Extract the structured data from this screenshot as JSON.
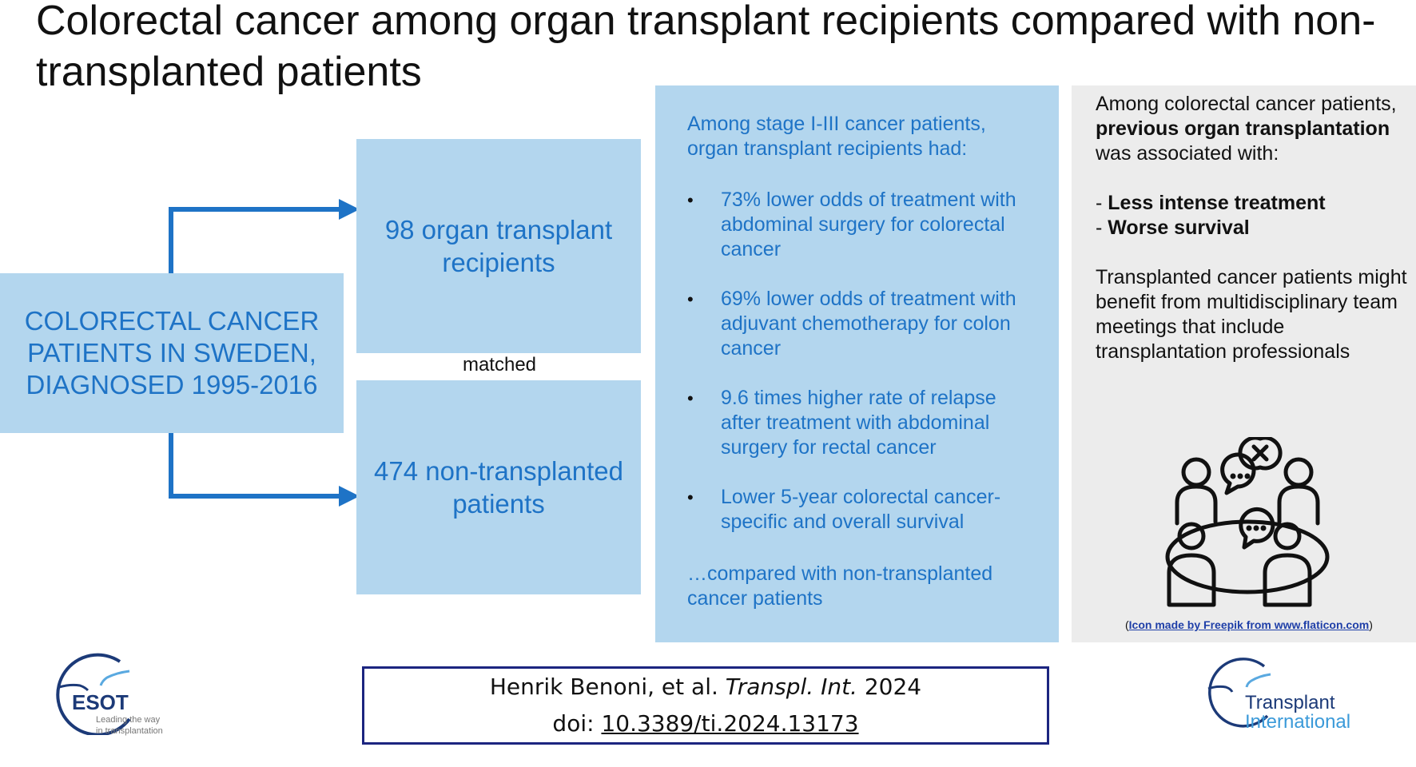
{
  "title": "Colorectal cancer among organ transplant recipients compared with non-transplanted patients",
  "source_box": "COLORECTAL CANCER PATIENTS IN SWEDEN, DIAGNOSED 1995-2016",
  "group_top": "98 organ transplant recipients",
  "group_bottom": "474 non-transplanted patients",
  "matched_label": "matched",
  "findings": {
    "intro": "Among stage I-III cancer patients, organ transplant recipients had:",
    "bullets": [
      "73% lower odds of treatment with abdominal surgery for colorectal cancer",
      "69% lower odds of treatment with adjuvant chemotherapy for colon cancer",
      "9.6 times higher rate of relapse after treatment with abdominal surgery for rectal cancer",
      "Lower 5-year colorectal cancer-specific and overall survival"
    ],
    "bullet_char": "•",
    "outro": "…compared with non-transplanted cancer patients"
  },
  "conclusion": {
    "p1_a": "Among colorectal cancer patients, ",
    "p1_bold": "previous organ transplantation",
    "p1_b": " was associated with:",
    "item1_dash": "- ",
    "item1": "Less intense treatment",
    "item2_dash": "- ",
    "item2": "Worse survival",
    "p2": "Transplanted cancer patients might benefit from multidisciplinary team meetings that include transplantation professionals",
    "credit_open": "(",
    "credit_link": "Icon made by Freepik from www.flaticon.com",
    "credit_close": ")",
    "icon": "team-meeting-icon"
  },
  "citation": {
    "authors": "Henrik Benoni, et al. ",
    "journal": "Transpl. Int.",
    "year": " 2024",
    "doi_label": "doi: ",
    "doi": "10.3389/ti.2024.13173"
  },
  "logos": {
    "esot_name": "ESOT",
    "esot_tag1": "Leading the way",
    "esot_tag2": "in transplantation",
    "ti_line1": "Transplant",
    "ti_line2": "International"
  },
  "colors": {
    "accent_blue": "#1e73c6",
    "box_blue": "#b3d6ee",
    "panel_gray": "#ececec",
    "border_navy": "#1c2580"
  }
}
